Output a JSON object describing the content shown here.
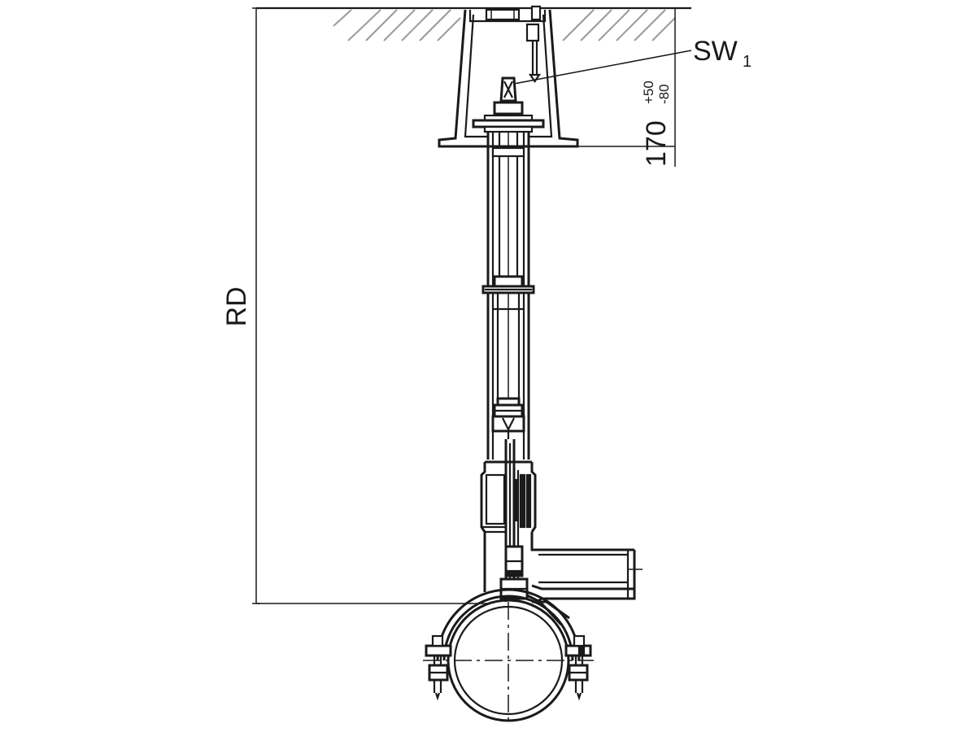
{
  "labels": {
    "sw_main": "SW",
    "sw_sub": "1",
    "rd": "RD",
    "dim_value": "170",
    "tol_plus": "+50",
    "tol_minus": "-80"
  },
  "colors": {
    "line": "#1a1a1a",
    "hatch": "#9a9a9a",
    "background": "#ffffff"
  }
}
